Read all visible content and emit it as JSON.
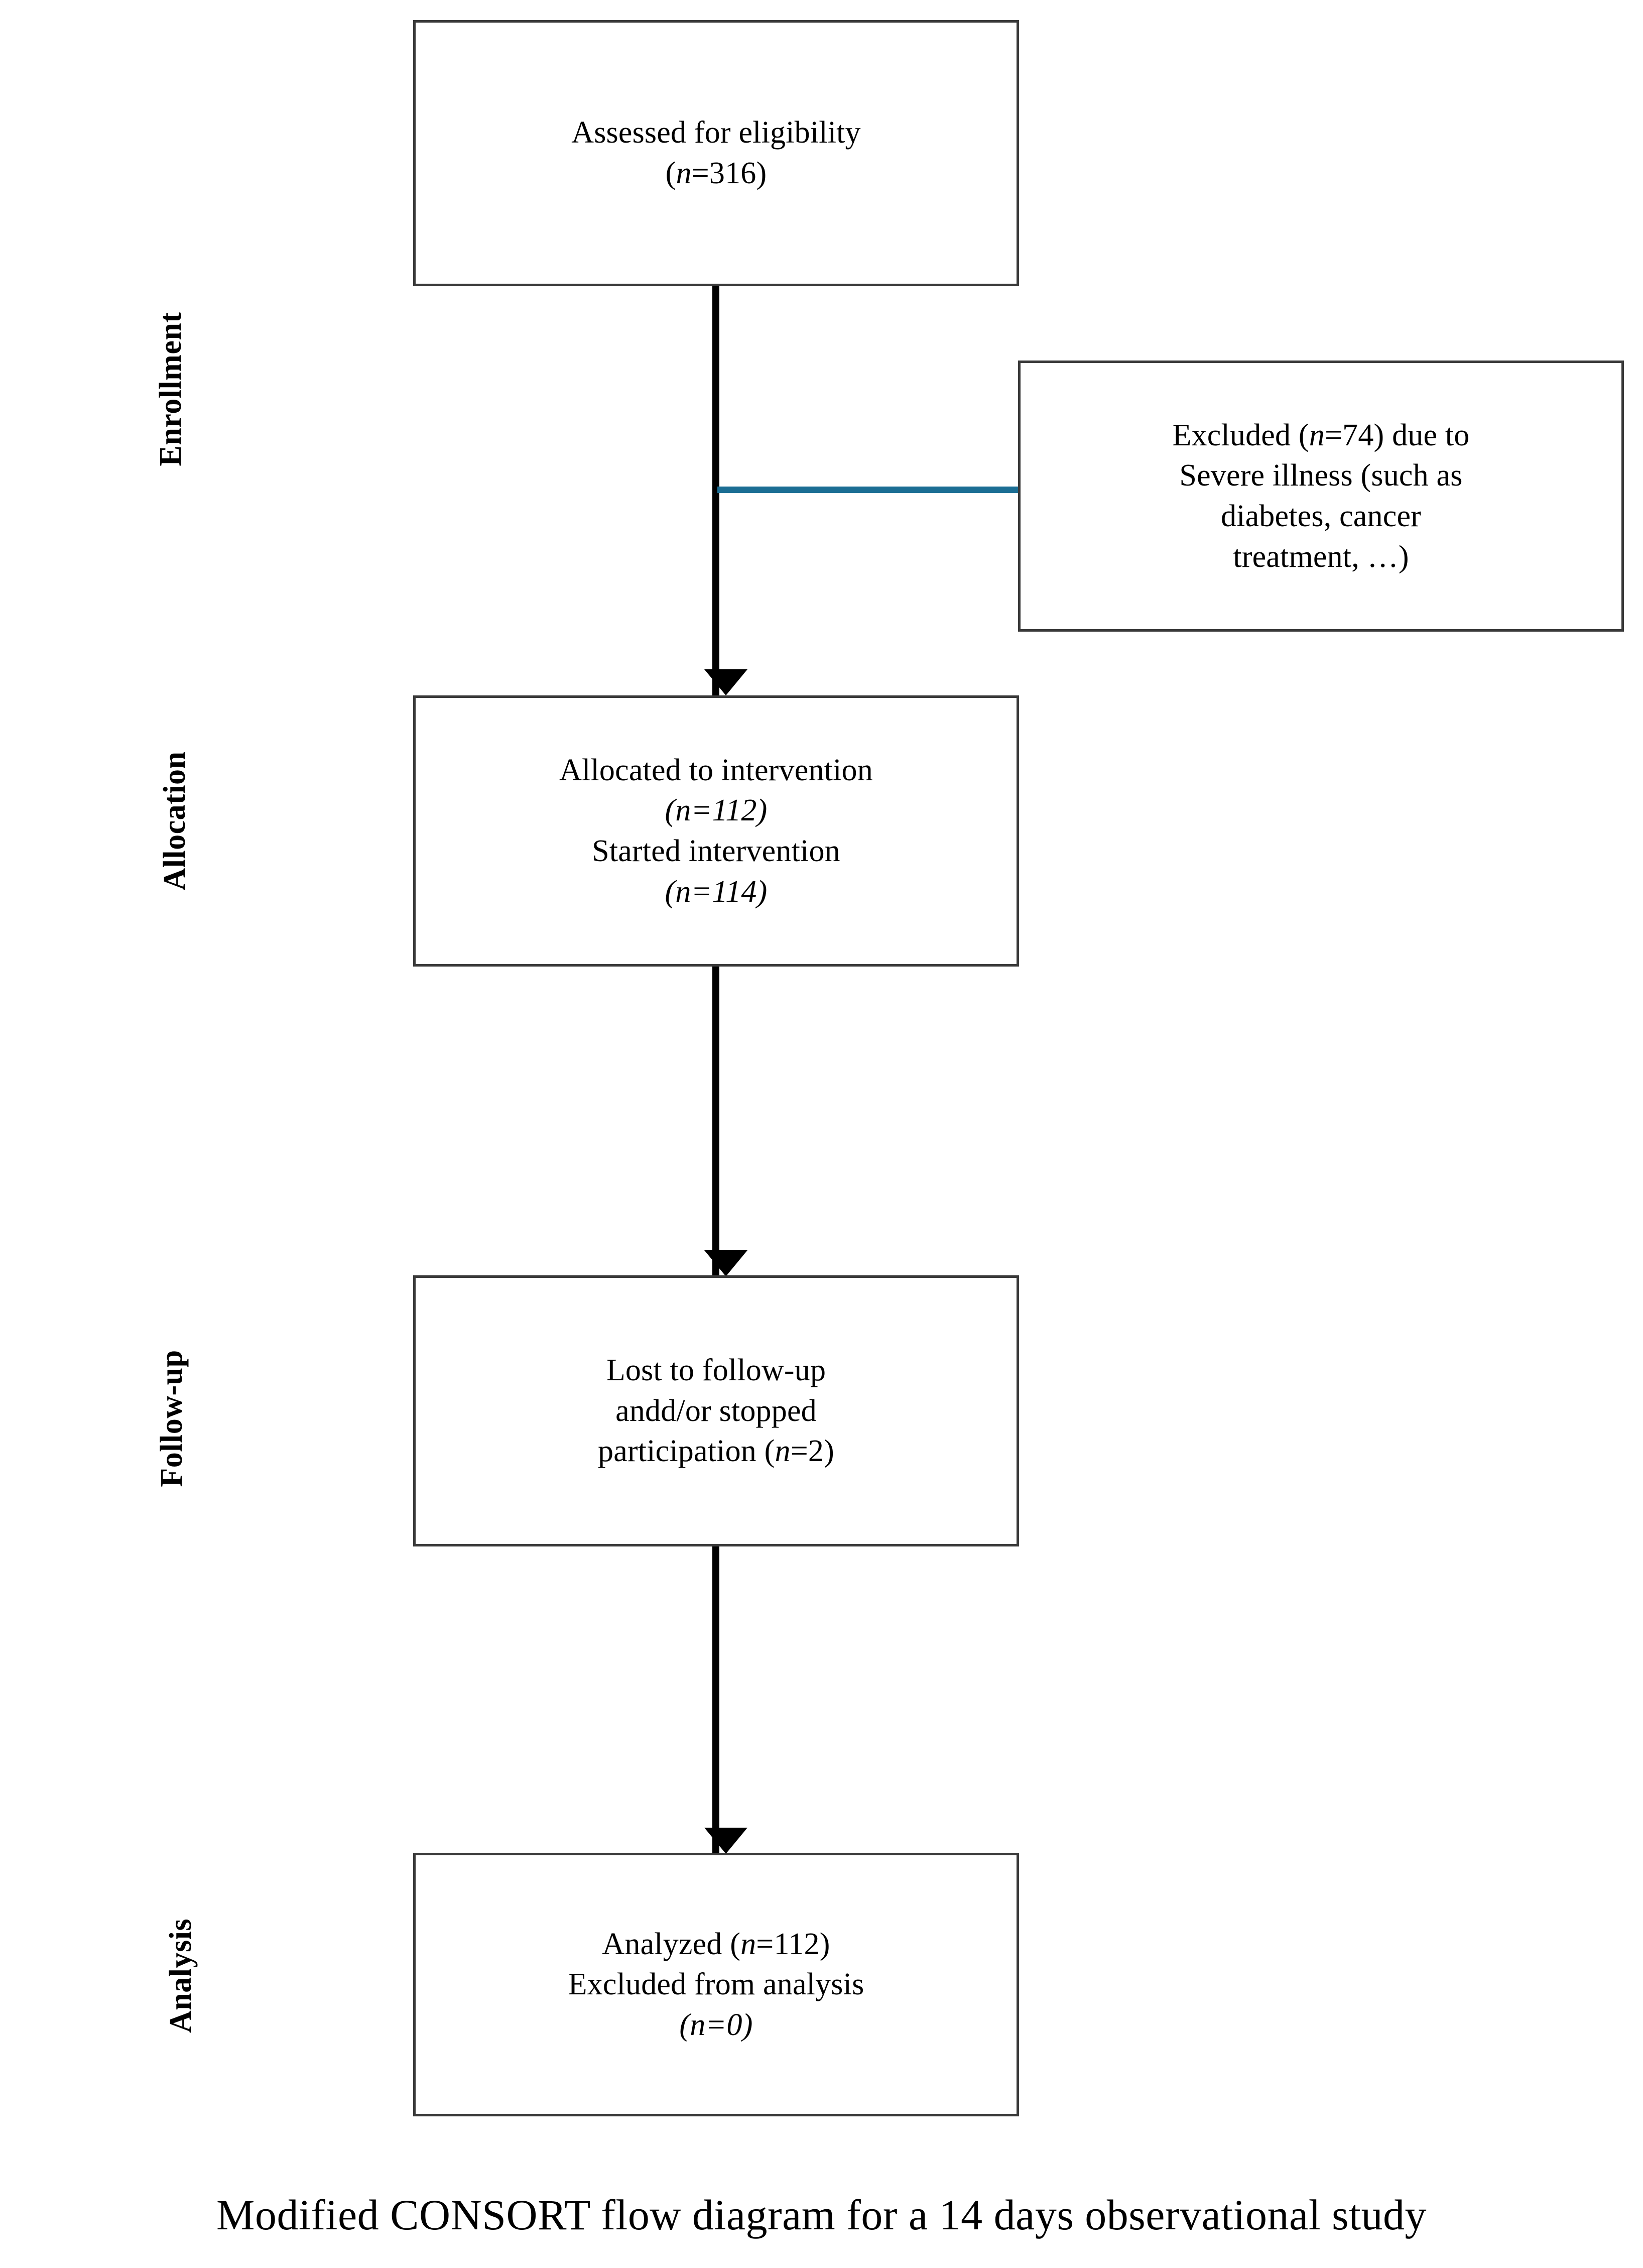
{
  "diagram": {
    "title": "Modified CONSORT flow diagram",
    "stage_labels": [
      {
        "id": "enrollment",
        "text": "Enrollment"
      },
      {
        "id": "allocation",
        "text": "Allocation"
      },
      {
        "id": "followup",
        "text": "Follow-up"
      },
      {
        "id": "analysis",
        "text": "Analysis"
      }
    ],
    "nodes": [
      {
        "id": "eligibility",
        "stage": "Enrollment",
        "line1": "Assessed for eligibility",
        "line2_prefix": "(",
        "line2_italic": "n",
        "line2_suffix": "=316)",
        "n": 316
      },
      {
        "id": "excluded",
        "stage": "Enrollment",
        "line1_a": "Excluded (",
        "line1_italic": "n",
        "line1_b": "=74) due to",
        "line2": "Severe illness (such as",
        "line3": "diabetes, cancer",
        "line4": "treatment, …)",
        "n": 74,
        "reason": "Severe illness (such as diabetes, cancer treatment, …)"
      },
      {
        "id": "allocation",
        "stage": "Allocation",
        "line1": "Allocated to intervention",
        "line2_italic": "(n=112)",
        "line3": "Started intervention",
        "line4_italic": "(n=114)",
        "n_allocated": 112,
        "n_started": 114
      },
      {
        "id": "followup",
        "stage": "Follow-up",
        "line1": "Lost to follow-up",
        "line2": "andd/or stopped",
        "line3_a": "participation (",
        "line3_italic": "n",
        "line3_b": "=2)",
        "n": 2
      },
      {
        "id": "analysis",
        "stage": "Analysis",
        "line1_a": "Analyzed (",
        "line1_italic": "n",
        "line1_b": "=112)",
        "line2": "Excluded from analysis",
        "line3_italic": "(n=0)",
        "n_analyzed": 112,
        "n_excluded": 0
      }
    ],
    "caption": "Modified  CONSORT  flow diagram for a  14 days observational study",
    "colors": {
      "box_border": "#3a3a3a",
      "arrow": "#000000",
      "exclusion_connector": "#1b6e94",
      "background": "#ffffff",
      "text": "#000000"
    }
  }
}
